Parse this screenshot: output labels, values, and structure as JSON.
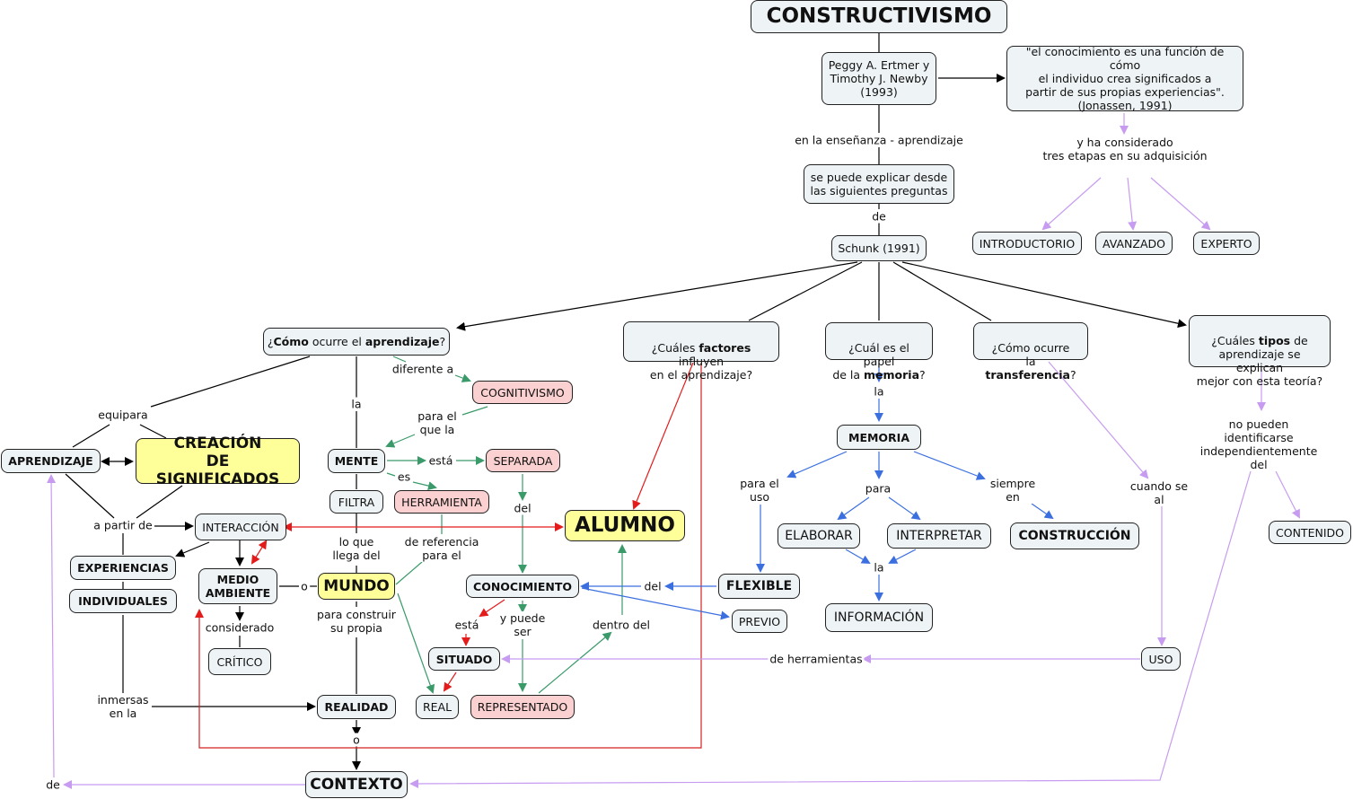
{
  "title": "CONSTRUCTIVISMO",
  "colors": {
    "node_fill": "#eef3f5",
    "pink_fill": "#fbd0d0",
    "yellow_fill": "#ffff99",
    "black_link": "#000000",
    "green_link": "#3a9a6a",
    "red_link": "#e41b1b",
    "blue_link": "#3b6fe0",
    "purple_link": "#c79cf0"
  },
  "nodes": {
    "constructivismo": "CONSTRUCTIVISMO",
    "ertmer": "Peggy A. Ertmer y\nTimothy J. Newby\n(1993)",
    "jonassen": "\"el conocimiento es una función de cómo\nel individuo crea significados a\npartir de sus propias experiencias\".\n(Jonassen, 1991)",
    "preguntas": "se puede explicar desde\nlas siguientes preguntas",
    "schunk": "Schunk (1991)",
    "introductorio": "INTRODUCTORIO",
    "avanzado": "AVANZADO",
    "experto": "EXPERTO",
    "q_como": {
      "pre": "¿",
      "b1": "Cómo",
      "mid": " ocurre el ",
      "b2": "aprendizaje",
      "post": "?"
    },
    "q_factores": {
      "pre": "¿Cuáles ",
      "b1": "factores",
      "post": " influyen\nen el aprendizaje?"
    },
    "q_memoria": {
      "pre": "¿Cuál es el papel\nde la ",
      "b1": "memoria",
      "post": "?"
    },
    "q_transferencia": {
      "pre": "¿Cómo ocurre\nla ",
      "b1": "transferencia",
      "post": "?"
    },
    "q_tipos": {
      "pre": "¿Cuáles ",
      "b1": "tipos",
      "post": " de\naprendizaje se explican\nmejor con esta teoría?"
    },
    "aprendizaje": "APRENDIZAJE",
    "creacion": "CREACIÓN\nDE SIGNIFICADOS",
    "mente": "MENTE",
    "cognitivismo": "COGNITIVISMO",
    "separada": "SEPARADA",
    "filtra": "FILTRA",
    "herramienta": "HERRAMIENTA",
    "alumno": "ALUMNO",
    "interaccion": "INTERACCIÓN",
    "experiencias": "EXPERIENCIAS",
    "individuales": "INDIVIDUALES",
    "medio": "MEDIO\nAMBIENTE",
    "mundo": "MUNDO",
    "critico": "CRÍTICO",
    "realidad": "REALIDAD",
    "real": "REAL",
    "conocimiento": "CONOCIMIENTO",
    "situado": "SITUADO",
    "representado": "REPRESENTADO",
    "contexto": "CONTEXTO",
    "memoria": "MEMORIA",
    "elaborar": "ELABORAR",
    "interpretar": "INTERPRETAR",
    "informacion": "INFORMACIÓN",
    "construccion": "CONSTRUCCIÓN",
    "flexible": "FLEXIBLE",
    "previo": "PREVIO",
    "uso": "USO",
    "contenido": "CONTENIDO"
  },
  "labels": {
    "ensenanza": "en la enseñanza - aprendizaje",
    "de1": "de",
    "considerado_tres": "y ha considerado\ntres etapas en su adquisición",
    "equipara": "equipara",
    "a_partir_de": "a partir de",
    "la_mente": "la",
    "diferente_a": "diferente a",
    "para_el_que_la": "para el\nque la",
    "esta1": "está",
    "es": "es",
    "del1": "del",
    "de_referencia": "de referencia\npara el",
    "lo_que_llega": "lo que\nllega del",
    "o1": "o",
    "para_construir": "para construir\nsu propia",
    "considerado": "considerado",
    "inmersas": "inmersas\nen la",
    "o2": "o",
    "esta2": "está",
    "y_puede_ser": "y puede\nser",
    "dentro_del": "dentro del",
    "del2": "del",
    "la_memoria": "la",
    "para_el_uso": "para el\nuso",
    "para": "para",
    "siempre_en": "siempre\nen",
    "la_info": "la",
    "cuando_se_al": "cuando se\nal",
    "no_pueden": "no pueden\nidentificarse\nindependientemente\ndel",
    "de_herramientas": "de herramientas",
    "de2": "de"
  }
}
